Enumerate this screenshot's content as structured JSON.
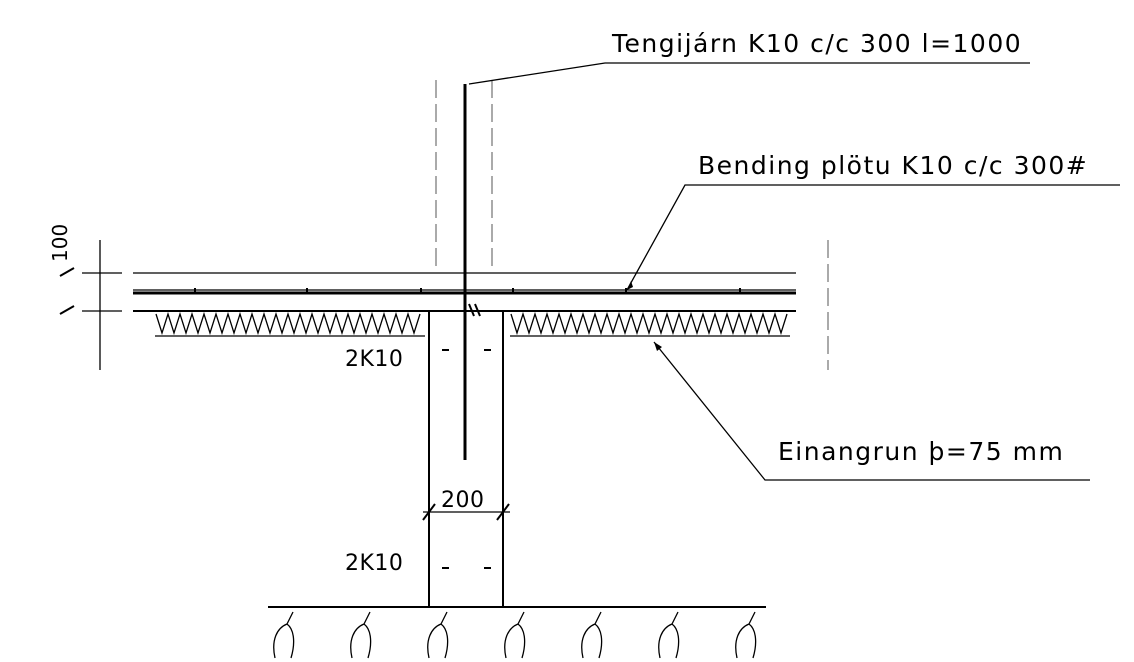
{
  "labels": {
    "dowel_bars": "Tengijárn K10 c/c 300 l=1000",
    "slab_reinforcement": "Bending plötu K10 c/c 300#",
    "insulation": "Einangrun þ=75 mm",
    "rebar_upper": "2K10",
    "rebar_lower": "2K10",
    "dim_wall_width": "200",
    "dim_slab_thickness": "100"
  }
}
